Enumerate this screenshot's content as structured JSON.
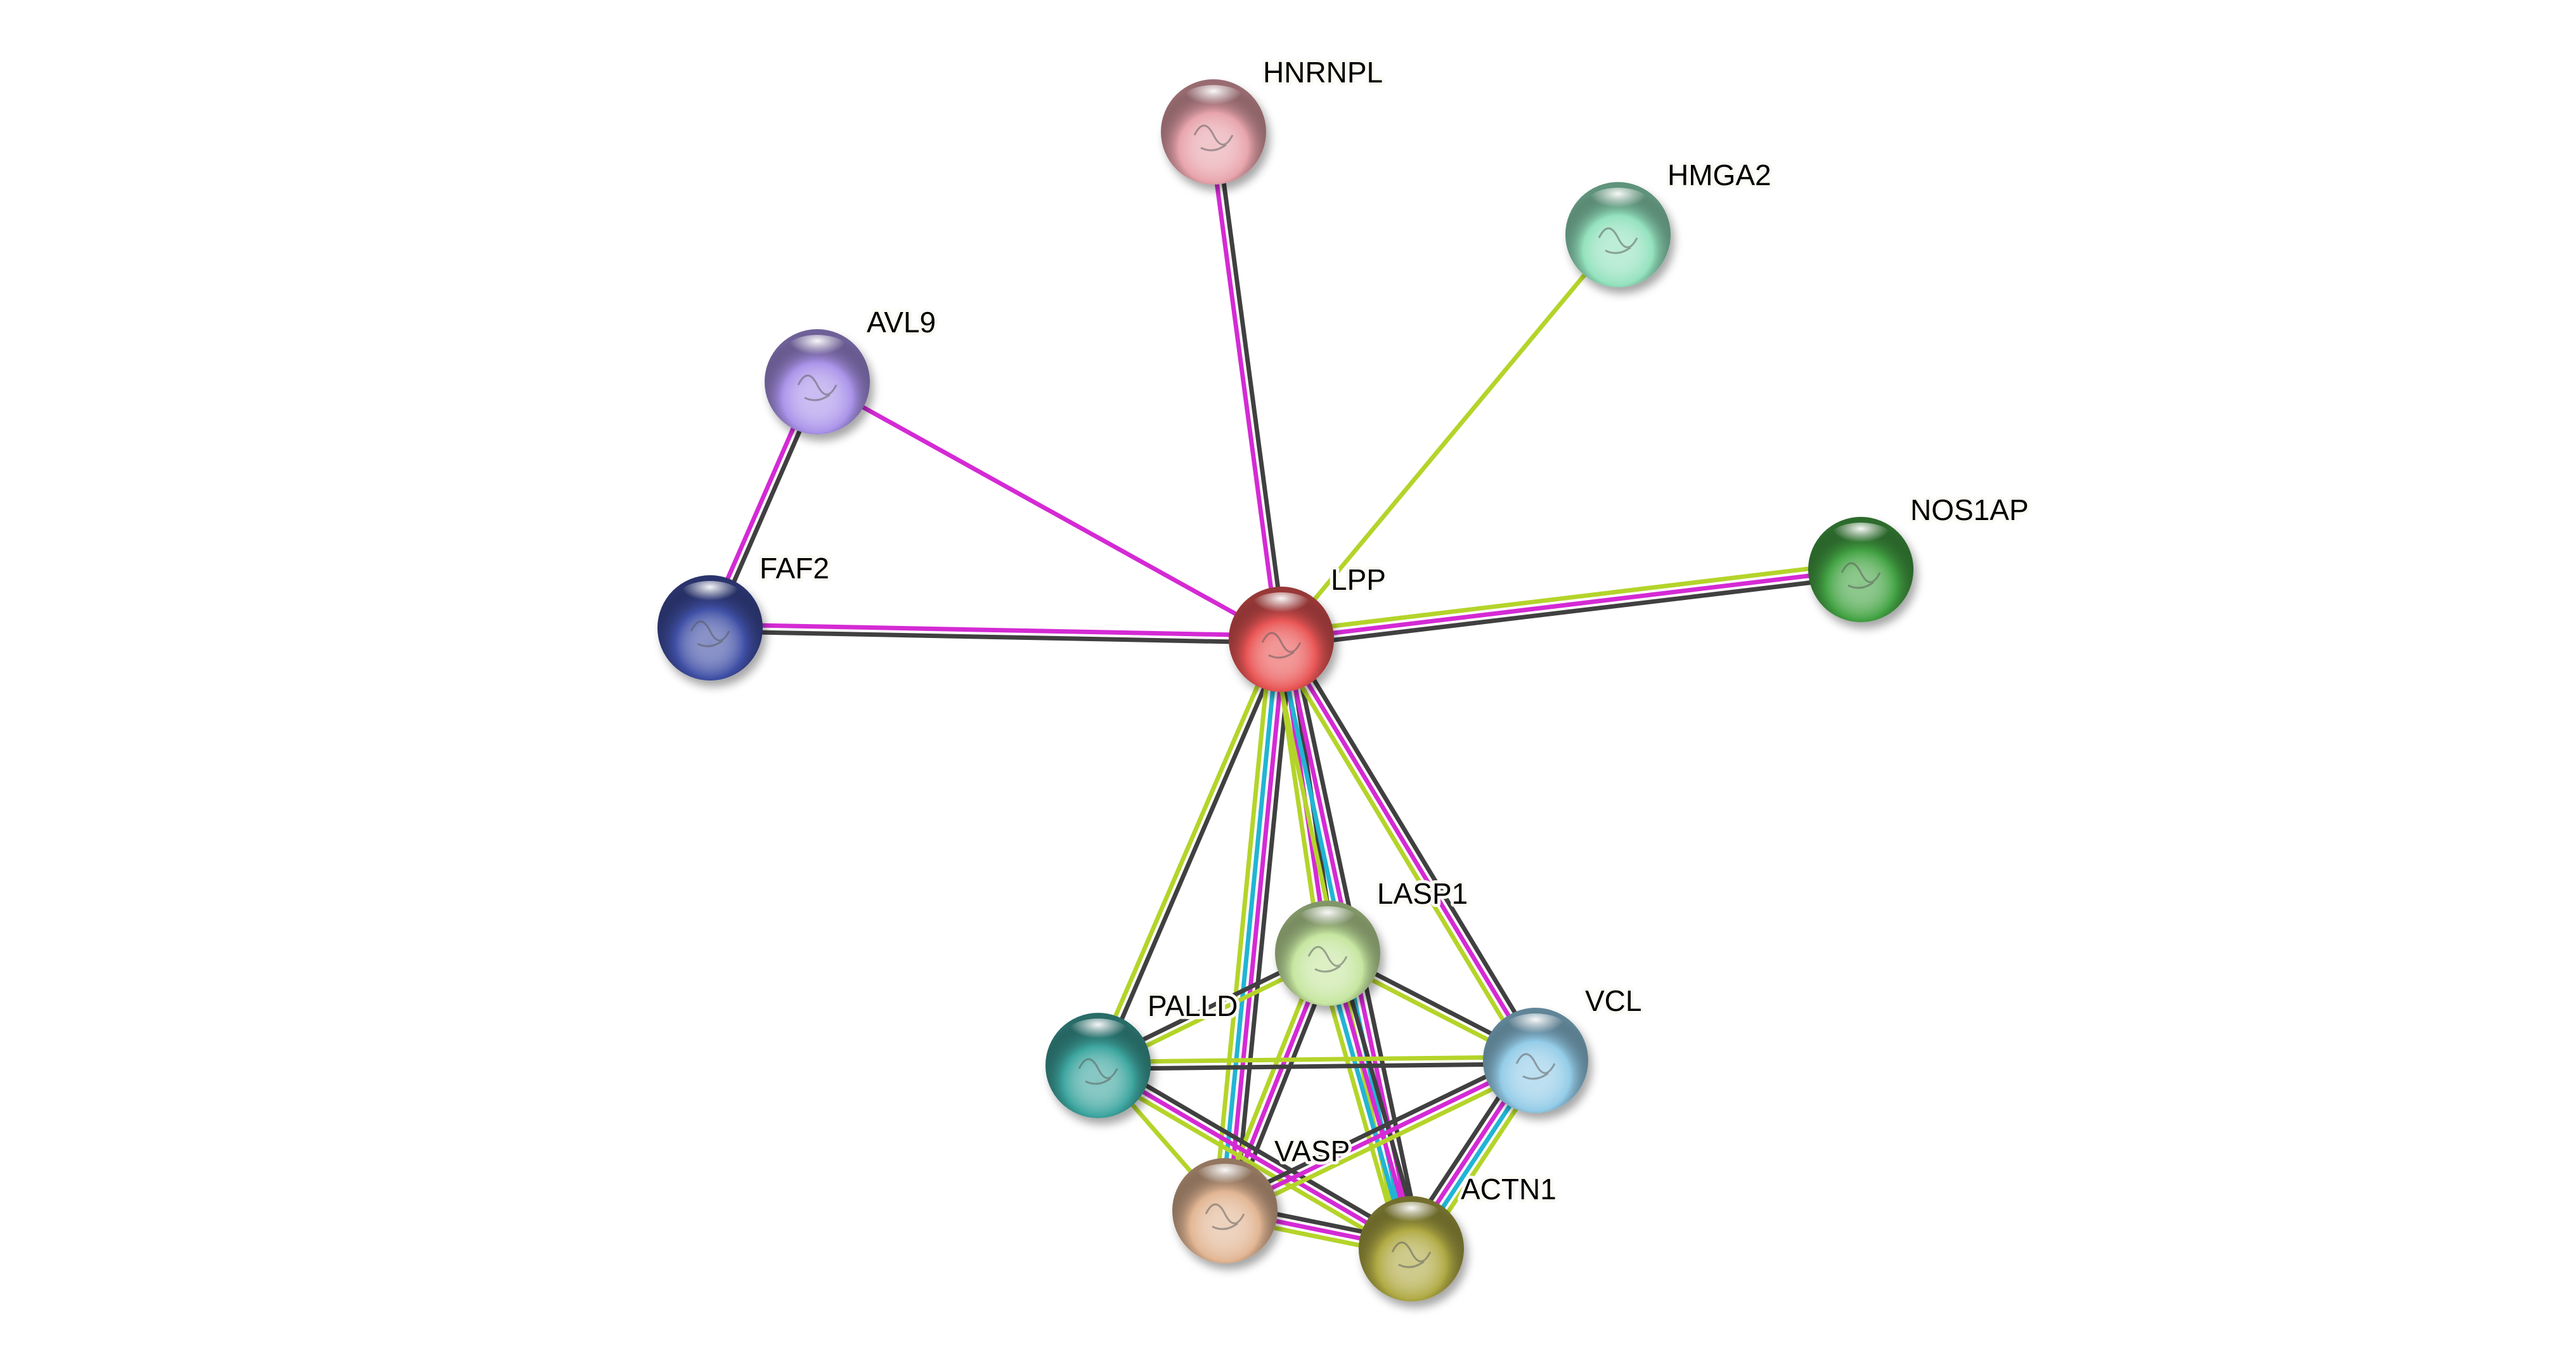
{
  "network": {
    "nodes": [
      {
        "id": "HNRNPL",
        "label": "HNRNPL",
        "color": "#e8a4ac"
      },
      {
        "id": "HMGA2",
        "label": "HMGA2",
        "color": "#94e2be"
      },
      {
        "id": "AVL9",
        "label": "AVL9",
        "color": "#aa94ea"
      },
      {
        "id": "FAF2",
        "label": "FAF2",
        "color": "#4050a6"
      },
      {
        "id": "LPP",
        "label": "LPP",
        "color": "#ea5656"
      },
      {
        "id": "NOS1AP",
        "label": "NOS1AP",
        "color": "#44a444"
      },
      {
        "id": "LASP1",
        "label": "LASP1",
        "color": "#c6e6a0"
      },
      {
        "id": "PALLD",
        "label": "PALLD",
        "color": "#3ea6a0"
      },
      {
        "id": "VCL",
        "label": "VCL",
        "color": "#94cce8"
      },
      {
        "id": "VASP",
        "label": "VASP",
        "color": "#e2b694"
      },
      {
        "id": "ACTN1",
        "label": "ACTN1",
        "color": "#b0aa44"
      }
    ],
    "evidence_colors": {
      "black": "#404040",
      "magenta": "#d42ad4",
      "cyan": "#22b4d4",
      "yellow": "#b4d42a"
    },
    "edges": [
      {
        "a": "LPP",
        "b": "HNRNPL",
        "ch": [
          "magenta",
          "black"
        ]
      },
      {
        "a": "LPP",
        "b": "HMGA2",
        "ch": [
          "yellow"
        ]
      },
      {
        "a": "LPP",
        "b": "AVL9",
        "ch": [
          "magenta"
        ]
      },
      {
        "a": "AVL9",
        "b": "FAF2",
        "ch": [
          "black",
          "magenta"
        ]
      },
      {
        "a": "LPP",
        "b": "FAF2",
        "ch": [
          "black",
          "magenta"
        ]
      },
      {
        "a": "LPP",
        "b": "NOS1AP",
        "ch": [
          "yellow",
          "magenta",
          "black"
        ]
      },
      {
        "a": "LPP",
        "b": "PALLD",
        "ch": [
          "black",
          "yellow"
        ]
      },
      {
        "a": "LPP",
        "b": "VASP",
        "ch": [
          "black",
          "magenta",
          "cyan",
          "yellow"
        ]
      },
      {
        "a": "LPP",
        "b": "LASP1",
        "ch": [
          "black",
          "magenta",
          "yellow"
        ]
      },
      {
        "a": "LPP",
        "b": "ACTN1",
        "ch": [
          "black",
          "magenta",
          "cyan",
          "yellow"
        ]
      },
      {
        "a": "LPP",
        "b": "VCL",
        "ch": [
          "black",
          "magenta",
          "yellow"
        ]
      },
      {
        "a": "LASP1",
        "b": "PALLD",
        "ch": [
          "yellow",
          "black"
        ]
      },
      {
        "a": "LASP1",
        "b": "VCL",
        "ch": [
          "black",
          "yellow"
        ]
      },
      {
        "a": "LASP1",
        "b": "VASP",
        "ch": [
          "black",
          "magenta",
          "yellow"
        ]
      },
      {
        "a": "LASP1",
        "b": "ACTN1",
        "ch": [
          "black",
          "magenta",
          "cyan",
          "yellow"
        ]
      },
      {
        "a": "PALLD",
        "b": "VCL",
        "ch": [
          "yellow",
          "black"
        ]
      },
      {
        "a": "PALLD",
        "b": "VASP",
        "ch": [
          "yellow"
        ]
      },
      {
        "a": "PALLD",
        "b": "ACTN1",
        "ch": [
          "black",
          "magenta",
          "yellow"
        ]
      },
      {
        "a": "VCL",
        "b": "VASP",
        "ch": [
          "yellow",
          "magenta",
          "black"
        ]
      },
      {
        "a": "VCL",
        "b": "ACTN1",
        "ch": [
          "yellow",
          "cyan",
          "magenta",
          "black"
        ]
      },
      {
        "a": "VASP",
        "b": "ACTN1",
        "ch": [
          "black",
          "magenta",
          "yellow"
        ]
      }
    ]
  }
}
